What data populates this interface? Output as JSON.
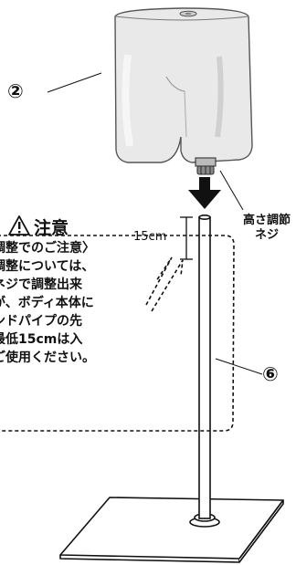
{
  "labels": {
    "torso_callout": "②",
    "pipe_callout": "⑥",
    "screw_label_line1": "高さ調節",
    "screw_label_line2": "ネジ",
    "measurement": "15cm"
  },
  "caution": {
    "icon": "warning-triangle-icon",
    "title": "注意",
    "lines": [
      "調整でのご注意〉",
      "調整については、",
      "ネジで調整出来",
      "が、ボディ本体に",
      "ンドパイプの先",
      "最低15cmは入",
      "ご使用ください。"
    ]
  },
  "icons": {
    "arrow": "down-arrow-icon"
  }
}
